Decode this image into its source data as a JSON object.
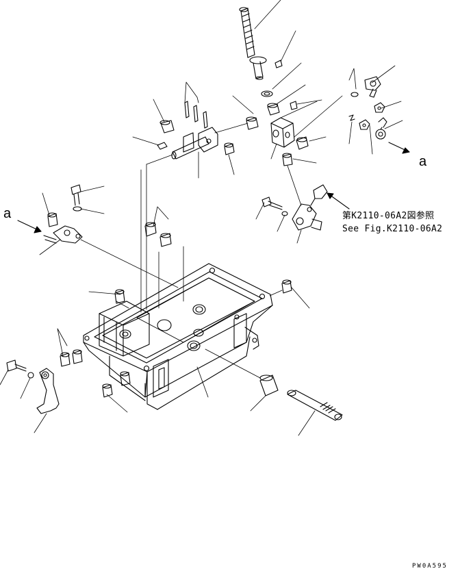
{
  "diagram": {
    "arrow_label_right": "a",
    "arrow_label_left": "a",
    "reference_jp": "第K2110-06A2図参照",
    "reference_en": "See Fig.K2110-06A2",
    "drawing_code": "PW0A595"
  },
  "colors": {
    "line": "#000000",
    "background": "#ffffff"
  }
}
